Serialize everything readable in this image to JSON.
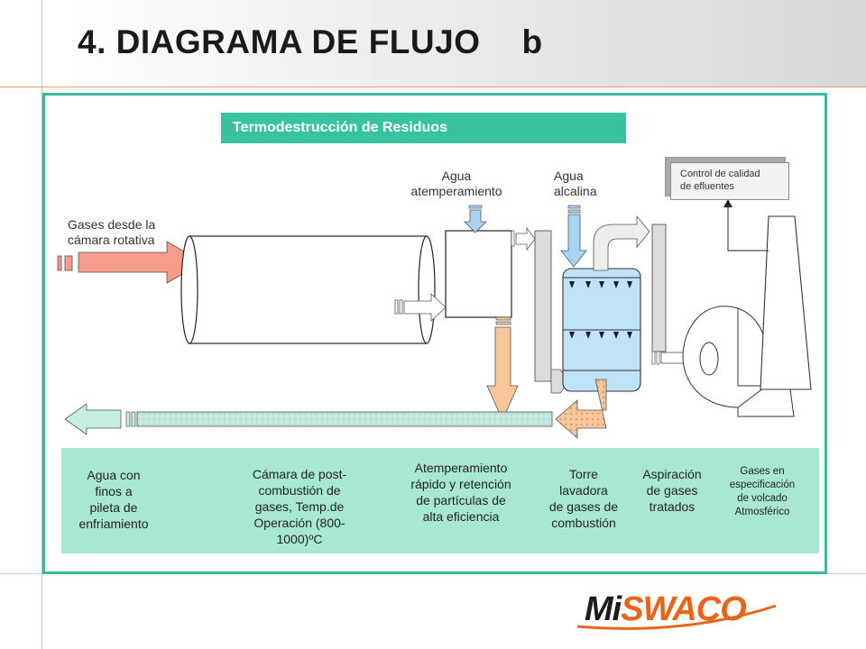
{
  "slide": {
    "title": "4. DIAGRAMA DE FLUJO",
    "title_suffix": "b"
  },
  "diagram": {
    "banner": "Termodestrucción de Residuos",
    "inputs": {
      "gases_line1": "Gases desde la",
      "gases_line2": "cámara  rotativa",
      "water_temp_line1": "Agua",
      "water_temp_line2": "atemperamiento",
      "alkaline_line1": "Agua",
      "alkaline_line2": "alcalina"
    },
    "quality_control": {
      "line1": "Control de calidad",
      "line2": "de efluentes"
    },
    "captions": {
      "water": [
        "Agua con",
        "finos a",
        "pileta de",
        "enfriamiento"
      ],
      "post_combustion": [
        "Cámara de post-",
        "combustión de",
        "gases, Temp.de",
        "Operación (800-",
        "1000)ºC"
      ],
      "quench": [
        "Atemperamiento",
        "rápido y retención",
        "de partículas de",
        "alta eficiencia"
      ],
      "scrubber": [
        "Torre",
        "lavadora",
        "de gases de",
        "combustión"
      ],
      "suction": [
        "Aspiración",
        "de gases",
        "tratados"
      ],
      "stack": [
        "Gases en",
        "especificación",
        "de volcado",
        "Atmosférico"
      ]
    },
    "colors": {
      "frame": "#3cb99a",
      "banner": "#39c2a1",
      "caption_strip": "#a8e8d2",
      "gas_arrow": "#f79b8a",
      "water_arrow": "#a9d3f2",
      "quench_arrow": "#f7c79a",
      "return_pipe": "#c7ece2",
      "scrubber_fill": "#bfe4f7"
    }
  },
  "logo": {
    "text_left": "Mi",
    "text_right": "SWACO"
  }
}
